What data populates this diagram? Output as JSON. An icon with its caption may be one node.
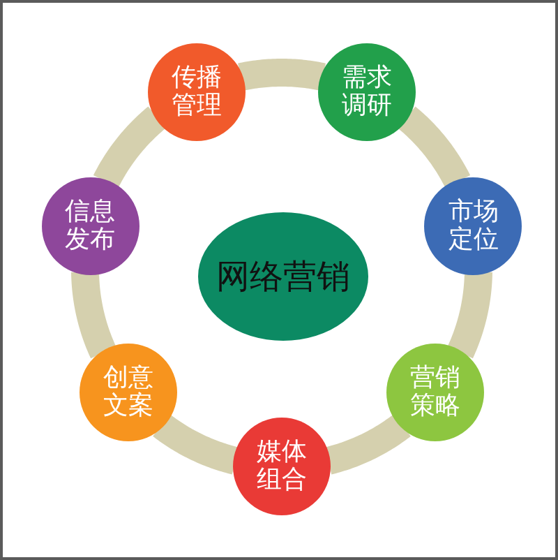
{
  "diagram": {
    "nodes": [
      {
        "text": [
          "网络营销"
        ]
      },
      {
        "text": [
          "传播管理"
        ]
      },
      {
        "text": [
          "需求调研"
        ]
      },
      {
        "text": [
          "市场定位"
        ]
      },
      {
        "text": [
          "营销策略"
        ]
      },
      {
        "text": [
          "媒体组合"
        ]
      },
      {
        "text": [
          "创意文案"
        ]
      },
      {
        "text": [
          "信息发布"
        ]
      }
    ],
    "edges": [
      {
        "from": 1,
        "to": 2,
        "arrow": "none"
      },
      {
        "from": 2,
        "to": 3,
        "arrow": "none"
      },
      {
        "from": 3,
        "to": 4,
        "arrow": "none"
      },
      {
        "from": 4,
        "to": 5,
        "arrow": "none"
      },
      {
        "from": 5,
        "to": 6,
        "arrow": "none"
      },
      {
        "from": 6,
        "to": 7,
        "arrow": "none"
      },
      {
        "from": 7,
        "to": 1,
        "arrow": "none"
      }
    ]
  }
}
